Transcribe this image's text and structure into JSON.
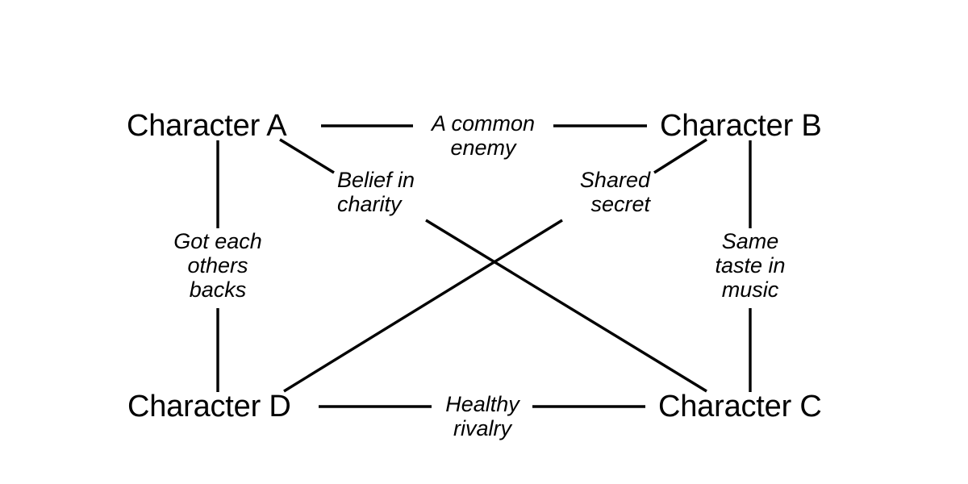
{
  "diagram": {
    "type": "relationship-graph",
    "background_color": "#ffffff",
    "line_color": "#000000",
    "text_color": "#000000",
    "nodes": [
      {
        "id": "A",
        "label": "Character A"
      },
      {
        "id": "B",
        "label": "Character B"
      },
      {
        "id": "C",
        "label": "Character C"
      },
      {
        "id": "D",
        "label": "Character D"
      }
    ],
    "edges": [
      {
        "id": "a-b",
        "from": "A",
        "to": "B",
        "label": "A common\nenemy"
      },
      {
        "id": "a-d",
        "from": "A",
        "to": "D",
        "label": "Got each\nothers\nbacks"
      },
      {
        "id": "b-c",
        "from": "B",
        "to": "C",
        "label": "Same\ntaste in\nmusic"
      },
      {
        "id": "d-c",
        "from": "D",
        "to": "C",
        "label": "Healthy\nrivalry"
      },
      {
        "id": "a-c",
        "from": "A",
        "to": "C",
        "label": "Belief in\ncharity"
      },
      {
        "id": "b-d",
        "from": "B",
        "to": "D",
        "label": "Shared\nsecret"
      }
    ]
  },
  "chart_data": {
    "type": "diagram",
    "title": "",
    "nodes": [
      "Character A",
      "Character B",
      "Character C",
      "Character D"
    ],
    "links": [
      {
        "source": "Character A",
        "target": "Character B",
        "label": "A common enemy"
      },
      {
        "source": "Character A",
        "target": "Character D",
        "label": "Got each others backs"
      },
      {
        "source": "Character B",
        "target": "Character C",
        "label": "Same taste in music"
      },
      {
        "source": "Character D",
        "target": "Character C",
        "label": "Healthy rivalry"
      },
      {
        "source": "Character A",
        "target": "Character C",
        "label": "Belief in charity"
      },
      {
        "source": "Character B",
        "target": "Character D",
        "label": "Shared secret"
      }
    ]
  }
}
